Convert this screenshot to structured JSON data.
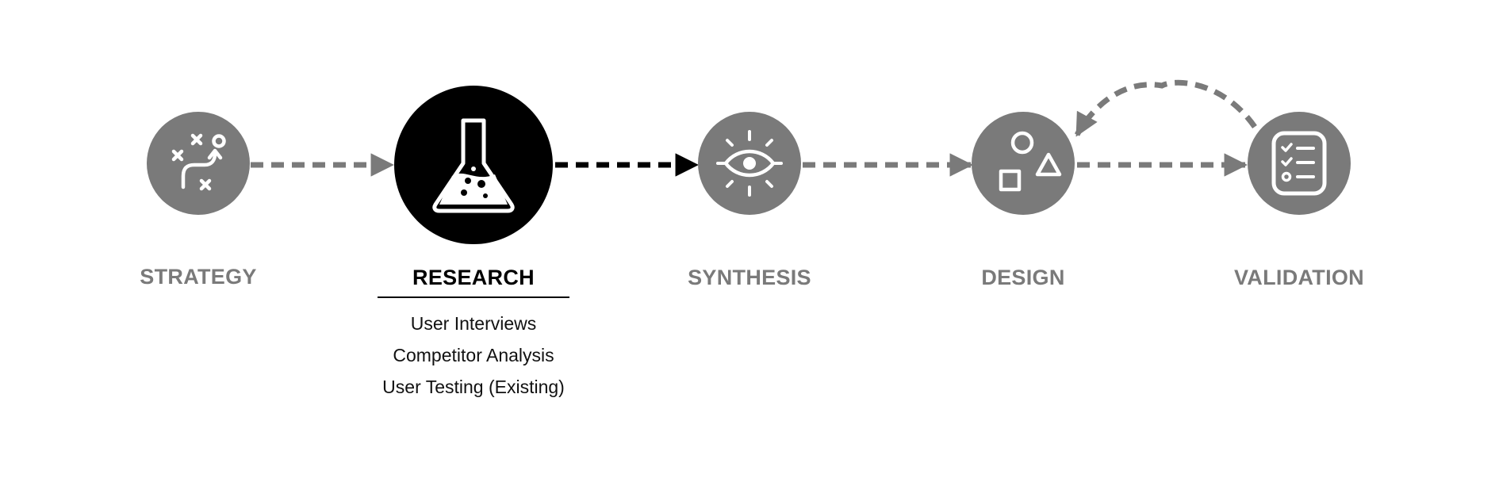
{
  "colors": {
    "inactive": "#7a7a7a",
    "active": "#000000",
    "icon": "#ffffff",
    "background": "#ffffff"
  },
  "stages": [
    {
      "label": "STRATEGY",
      "icon": "strategy-play-icon",
      "active": false
    },
    {
      "label": "RESEARCH",
      "icon": "flask-icon",
      "active": true
    },
    {
      "label": "SYNTHESIS",
      "icon": "eye-icon",
      "active": false
    },
    {
      "label": "DESIGN",
      "icon": "shapes-icon",
      "active": false
    },
    {
      "label": "VALIDATION",
      "icon": "checklist-icon",
      "active": false
    }
  ],
  "research_items": [
    "User Interviews",
    "Competitor Analysis",
    "User Testing (Existing)"
  ]
}
